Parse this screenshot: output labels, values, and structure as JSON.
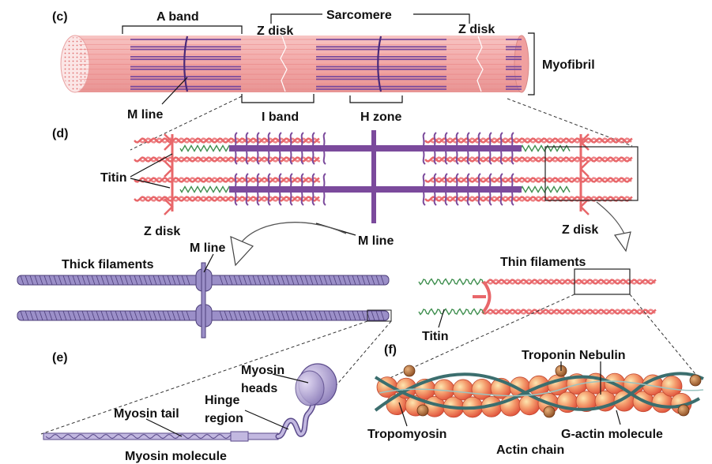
{
  "panels": {
    "c": "(c)",
    "d": "(d)",
    "e": "(e)",
    "f": "(f)"
  },
  "labels": {
    "a_band": "A band",
    "sarcomere": "Sarcomere",
    "z_disk_c_left": "Z disk",
    "z_disk_c_right": "Z disk",
    "myofibril": "Myofibril",
    "m_line_c": "M line",
    "i_band": "I band",
    "h_zone": "H zone",
    "titin_d": "Titin",
    "z_disk_d_left": "Z disk",
    "m_line_d": "M line",
    "z_disk_d_right": "Z disk",
    "thick_filaments": "Thick filaments",
    "m_line_thick": "M line",
    "thin_filaments": "Thin filaments",
    "titin_thin": "Titin",
    "myosin_heads_1": "Myosin",
    "myosin_heads_2": "heads",
    "hinge_1": "Hinge",
    "hinge_2": "region",
    "myosin_tail": "Myosin tail",
    "myosin_molecule": "Myosin molecule",
    "troponin_nebulin": "Troponin Nebulin",
    "tropomyosin": "Tropomyosin",
    "g_actin": "G-actin molecule",
    "actin_chain": "Actin chain"
  },
  "colors": {
    "myofibril_pink": "#f2a7a6",
    "thin_red": "#e8676a",
    "thick_purple": "#7b4a9c",
    "titin_green": "#3f8f4f",
    "filament_lavender": "#9b8fc8",
    "actin_orange": "#f07b52",
    "tropomyosin_teal": "#3b6e6e",
    "troponin_brown": "#b06a3a"
  }
}
